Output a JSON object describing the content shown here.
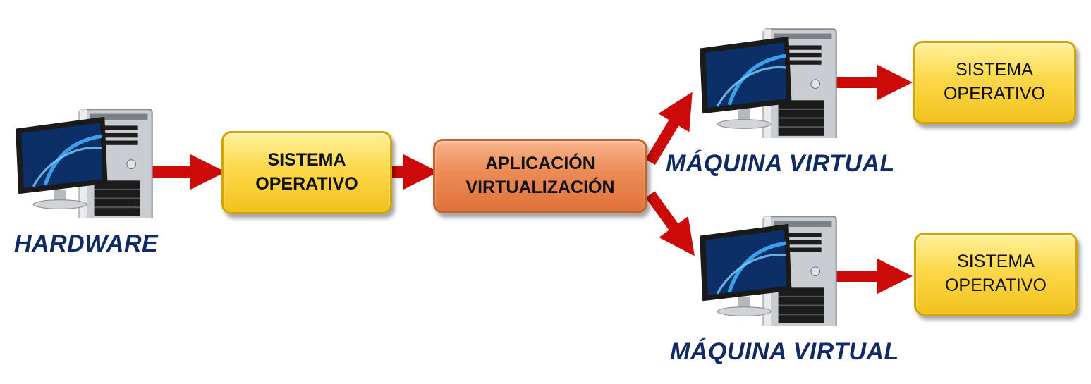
{
  "hardware_label": "HARDWARE",
  "os_box_main": {
    "line1": "SISTEMA",
    "line2": "OPERATIVO"
  },
  "virtualization_box": {
    "line1": "APLICACIÓN",
    "line2": "VIRTUALIZACIÓN"
  },
  "vm_top": {
    "label": "MÁQUINA VIRTUAL",
    "os_box": {
      "line1": "SISTEMA",
      "line2": "OPERATIVO"
    }
  },
  "vm_bottom": {
    "label": "MÁQUINA VIRTUAL",
    "os_box": {
      "line1": "SISTEMA",
      "line2": "OPERATIVO"
    }
  },
  "colors": {
    "arrow": "#cc0a0a",
    "label_text": "#0f2a66",
    "os_box_fill": "#fcd84a",
    "virtualization_box_fill": "#ec8a56"
  },
  "icons": {
    "computer": "desktop-computer-icon"
  }
}
